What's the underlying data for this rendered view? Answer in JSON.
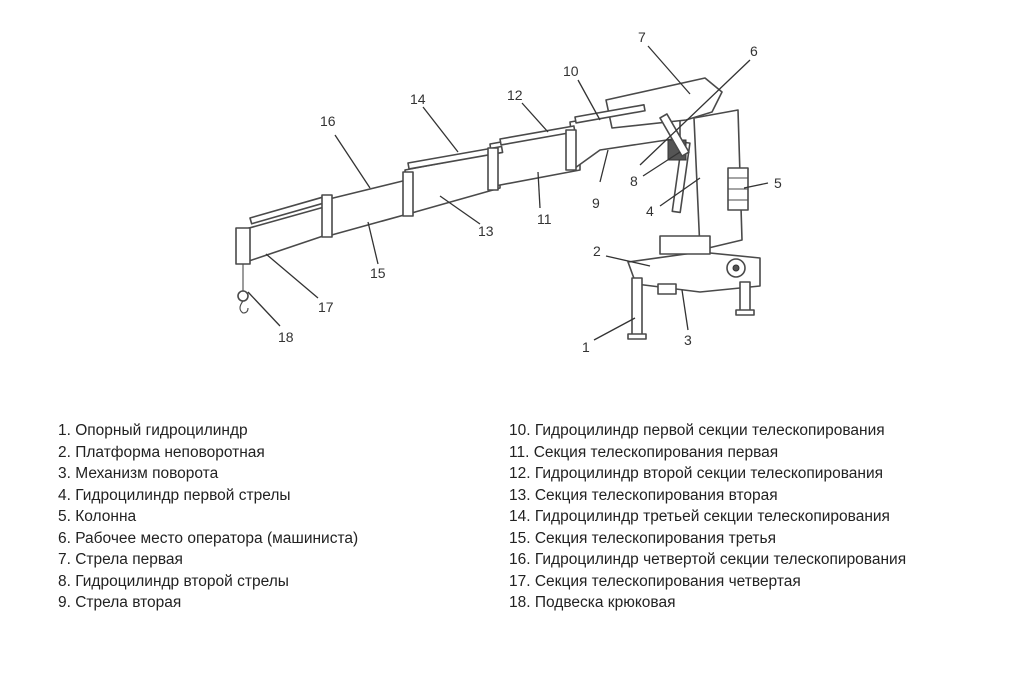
{
  "callout_numbers": [
    "1",
    "2",
    "3",
    "4",
    "5",
    "6",
    "7",
    "8",
    "9",
    "10",
    "11",
    "12",
    "13",
    "14",
    "15",
    "16",
    "17",
    "18"
  ],
  "legend_left": [
    "1. Опорный гидроцилиндр",
    "2. Платформа неповоротная",
    "3. Механизм поворота",
    "4. Гидроцилиндр первой стрелы",
    "5. Колонна",
    "6. Рабочее место оператора (машиниста)",
    "7. Стрела первая",
    "8. Гидроцилиндр второй стрелы",
    "9. Стрела вторая"
  ],
  "legend_right": [
    "10. Гидроцилиндр первой секции телескопирования",
    "11. Секция телескопирования первая",
    "12. Гидроцилиндр второй секции телескопирования",
    "13. Секция телескопирования вторая",
    "14. Гидроцилиндр третьей секции телескопирования",
    "15. Секция телескопирования третья",
    "16. Гидроцилиндр четвертой секции телескопирования",
    "17. Секция телескопирования четвертая",
    "18. Подвеска крюковая"
  ]
}
